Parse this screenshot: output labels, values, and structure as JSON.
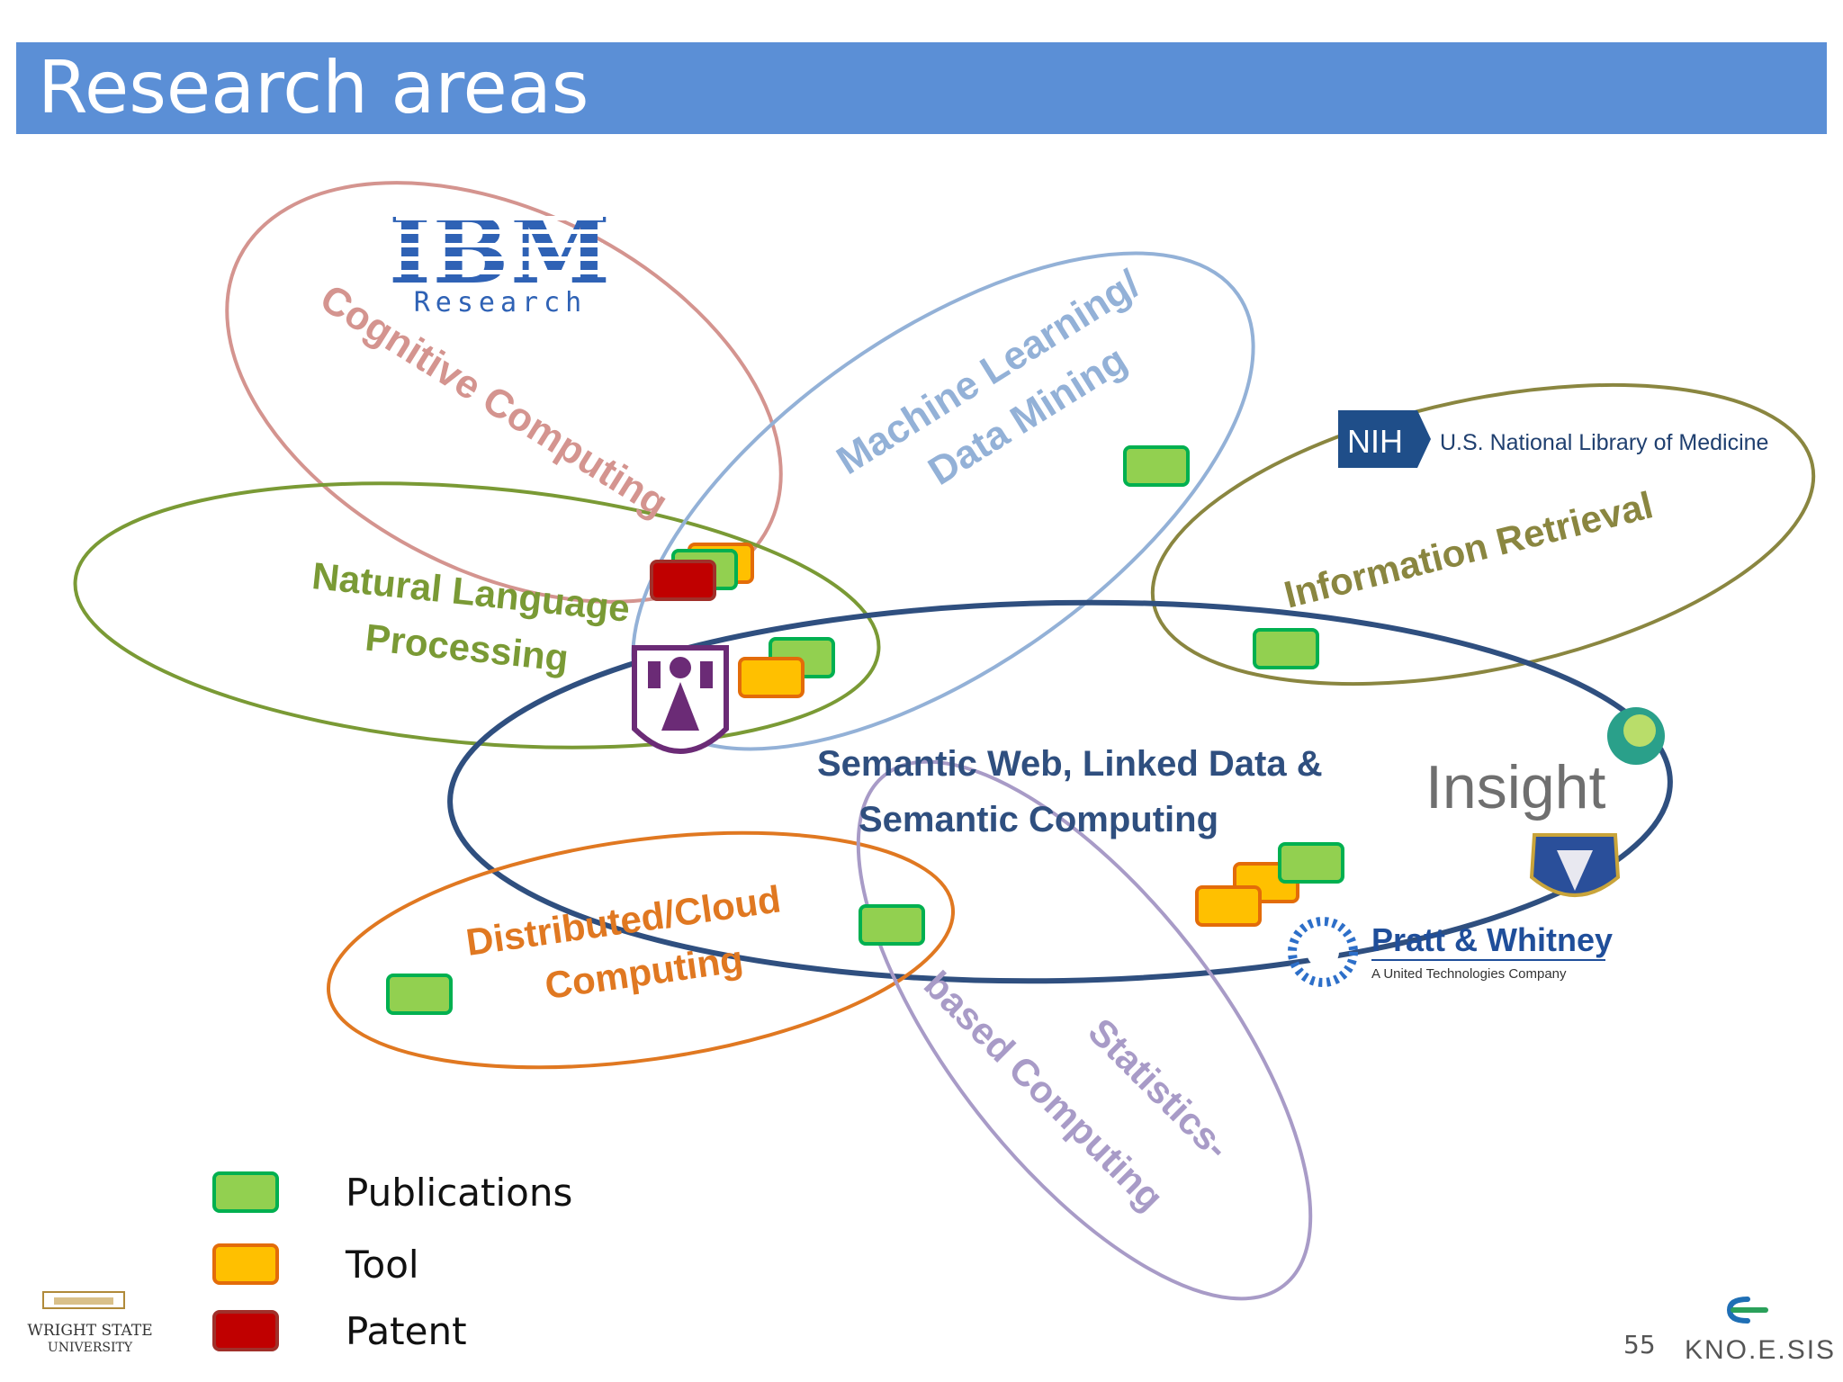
{
  "slide": {
    "title": "Research areas",
    "page_number": "55"
  },
  "areas": [
    {
      "name": "Cognitive Computing",
      "color": "#d4948f"
    },
    {
      "name_line1": "Machine Learning/",
      "name_line2": "Data Mining",
      "color": "#93b1d7"
    },
    {
      "name_line1": "Natural Language",
      "name_line2": "Processing",
      "color": "#7a9a35"
    },
    {
      "name": "Information Retrieval",
      "color": "#8a8640"
    },
    {
      "name_line1": "Semantic Web, Linked Data &",
      "name_line2": "Semantic Computing",
      "color": "#2f4f7f"
    },
    {
      "name_line1": "Distributed/Cloud",
      "name_line2": "Computing",
      "color": "#e07821"
    },
    {
      "name_line1": "Statistics-",
      "name_line2": "based Computing",
      "color": "#a89bc7"
    }
  ],
  "partners": {
    "ibm": {
      "logo": "IBM",
      "sub": "Research"
    },
    "nih": {
      "badge": "NIH",
      "name": "U.S. National Library of Medicine"
    },
    "insight": {
      "name": "Insight"
    },
    "pratt": {
      "name": "Pratt & Whitney",
      "tagline": "A United Technologies Company"
    },
    "wright_state": {
      "line1": "WRIGHT STATE",
      "line2": "UNIVERSITY"
    },
    "knoesis": {
      "name": "KNO.E.SIS"
    }
  },
  "legend": [
    {
      "label": "Publications",
      "fill": "#92d050",
      "stroke": "#00b050"
    },
    {
      "label": "Tool",
      "fill": "#ffc000",
      "stroke": "#e36c09"
    },
    {
      "label": "Patent",
      "fill": "#c00000",
      "stroke": "#a0302a"
    }
  ]
}
